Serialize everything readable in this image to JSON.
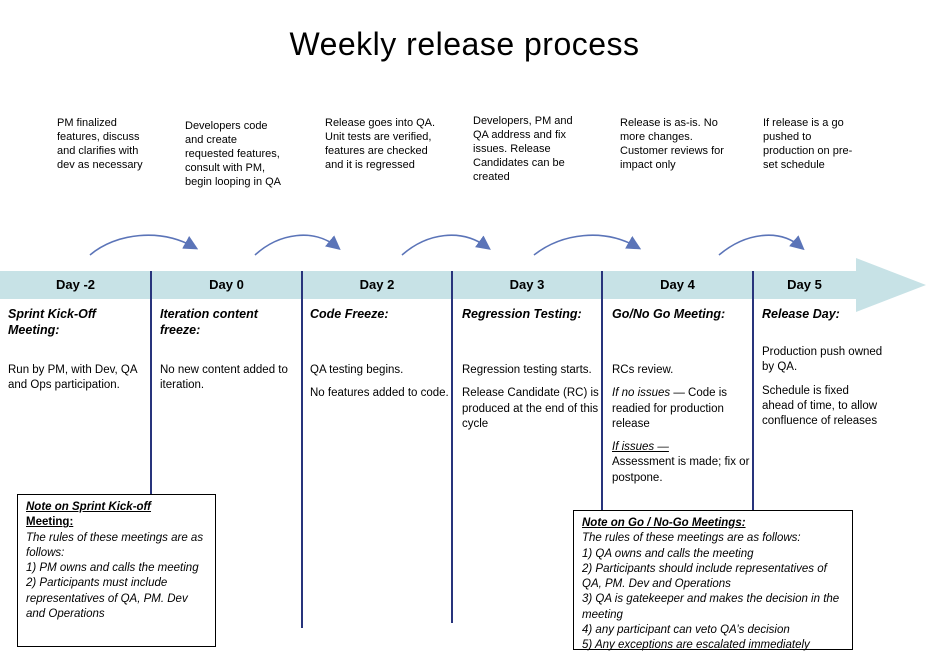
{
  "title": "Weekly release process",
  "colors": {
    "timeline_bar": "#c7e2e6",
    "divider": "#28347c",
    "flow_arrow": "#5b74b8"
  },
  "top_notes": [
    "PM finalized features, discuss and clarifies with dev as necessary",
    "Developers code and create requested features, consult with PM, begin looping in QA",
    "Release goes into QA. Unit tests are verified, features are checked and it is regressed",
    "Developers, PM and QA address and fix issues. Release Candidates can be created",
    "Release is as-is. No more changes. Customer reviews for impact only",
    "If release is a go pushed to production on pre-set schedule"
  ],
  "timeline": {
    "days": [
      "Day -2",
      "Day 0",
      "Day 2",
      "Day 3",
      "Day 4",
      "Day 5"
    ]
  },
  "columns": [
    {
      "heading": "Sprint Kick-Off Meeting:",
      "paragraphs": [
        "Run by PM, with Dev, QA and Ops participation."
      ]
    },
    {
      "heading": "Iteration content freeze:",
      "paragraphs": [
        "No new content added to iteration."
      ]
    },
    {
      "heading": "Code Freeze:",
      "paragraphs": [
        "QA testing begins.",
        "No features added to code."
      ]
    },
    {
      "heading": "Regression Testing:",
      "paragraphs": [
        "Regression testing starts.",
        "Release Candidate (RC) is produced at the end of this cycle"
      ]
    },
    {
      "heading": "Go/No Go Meeting:",
      "rcs_review": "RCs review.",
      "if_no_issues_label": "If no issues",
      "if_no_issues_text": " — Code is readied for production release",
      "if_issues_label": "If issues —",
      "if_issues_text": "Assessment is made; fix or postpone."
    },
    {
      "heading": "Release Day:",
      "paragraphs": [
        "Production push owned by QA.",
        "Schedule is fixed ahead of time, to allow confluence of releases"
      ]
    }
  ],
  "notes_left": {
    "heading_line1": "Note on Sprint Kick-off",
    "heading_line2": "Meeting:",
    "lines": [
      "The rules of these meetings are as follows:",
      "1) PM owns and calls the meeting",
      "2) Participants must include representatives of QA, PM. Dev and Operations"
    ]
  },
  "notes_right": {
    "heading": "Note on Go / No-Go Meetings:",
    "lines": [
      "The rules of these meetings are as follows:",
      "1) QA owns and calls the meeting",
      "2) Participants should include representatives of QA, PM. Dev and Operations",
      "3) QA is gatekeeper and makes the decision in the meeting",
      "4) any participant can veto QA’s decision",
      "5) Any exceptions are escalated immediately"
    ]
  }
}
